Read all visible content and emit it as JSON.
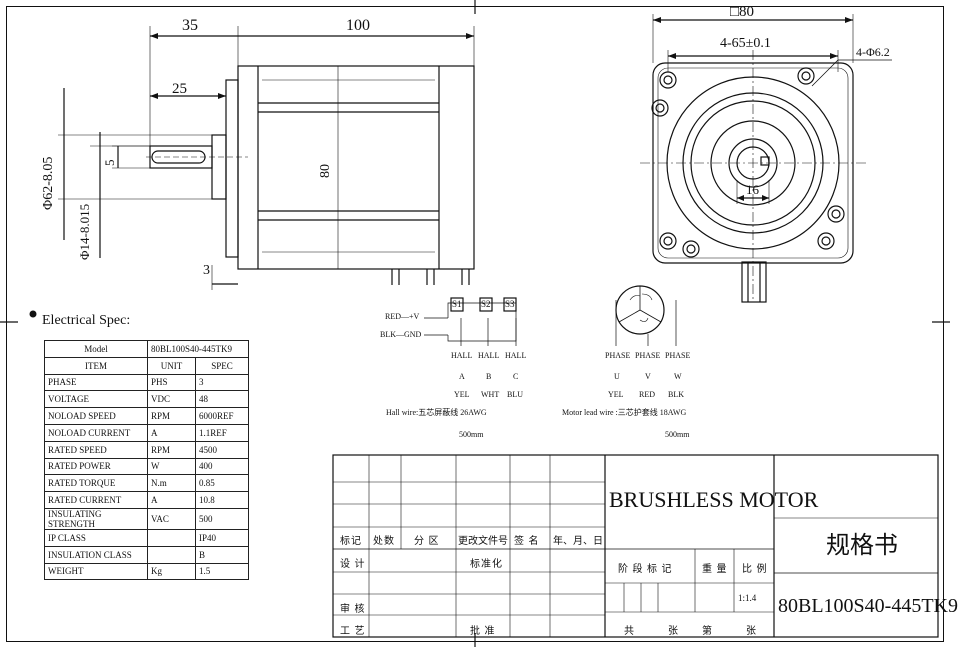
{
  "drawing": {
    "dims": {
      "d35": "35",
      "d100": "100",
      "d25": "25",
      "d5": "5",
      "dphi62": "Φ62-8.05",
      "dphi14": "Φ14-8.015",
      "d80_side": "80",
      "d3": "3",
      "d80_front": "□80",
      "d65": "4-65±0.1",
      "d62": "4-Φ6.2",
      "d16": "16"
    },
    "wiring": {
      "red": "RED—+V",
      "blk": "BLK—GND",
      "s1": "S1",
      "s2": "S2",
      "s3": "S3",
      "hall_labels": [
        "HALL",
        "HALL",
        "HALL"
      ],
      "hall_letters": [
        "A",
        "B",
        "C"
      ],
      "hall_colors": [
        "YEL",
        "WHT",
        "BLU"
      ],
      "hall_wire": "Hall wire:五芯屏蔽线 26AWG",
      "hall_len": "500mm",
      "phase_labels": [
        "PHASE",
        "PHASE",
        "PHASE"
      ],
      "phase_letters": [
        "U",
        "V",
        "W"
      ],
      "phase_colors": [
        "YEL",
        "RED",
        "BLK"
      ],
      "motor_wire": "Motor lead wire :三芯护套线 18AWG",
      "motor_len": "500mm"
    }
  },
  "electrical": {
    "heading": "Electrical Spec:",
    "model_label": "Model",
    "model_value": "80BL100S40-445TK9",
    "header": [
      "ITEM",
      "UNIT",
      "SPEC"
    ],
    "rows": [
      [
        "PHASE",
        "PHS",
        "3"
      ],
      [
        "VOLTAGE",
        "VDC",
        "48"
      ],
      [
        "NOLOAD SPEED",
        "RPM",
        "6000REF"
      ],
      [
        "NOLOAD CURRENT",
        "A",
        "1.1REF"
      ],
      [
        "RATED SPEED",
        "RPM",
        "4500"
      ],
      [
        "RATED POWER",
        "W",
        "400"
      ],
      [
        "RATED TORQUE",
        "N.m",
        "0.85"
      ],
      [
        "RATED CURRENT",
        "A",
        "10.8"
      ],
      [
        "INSULATING STRENGTH",
        "VAC",
        "500"
      ],
      [
        "IP CLASS",
        "",
        "IP40"
      ],
      [
        "INSULATION CLASS",
        "",
        "B"
      ],
      [
        "WEIGHT",
        "Kg",
        "1.5"
      ]
    ]
  },
  "title_block": {
    "title": "BRUSHLESS MOTOR",
    "doc_type": "规格书",
    "model": "80BL100S40-445TK9",
    "rev_cols": [
      "标记",
      "处数",
      "分 区",
      "更改文件号",
      "签 名",
      "年、月、日"
    ],
    "design": "设 计",
    "standard": "标准化",
    "review": "审 核",
    "process": "工 艺",
    "approve": "批 准",
    "stage": "阶 段 标 记",
    "weight": "重 量",
    "scale": "比 例",
    "scale_value": "1:1.4",
    "total": "共",
    "sheet": "张",
    "page": "第",
    "sheet2": "张"
  }
}
